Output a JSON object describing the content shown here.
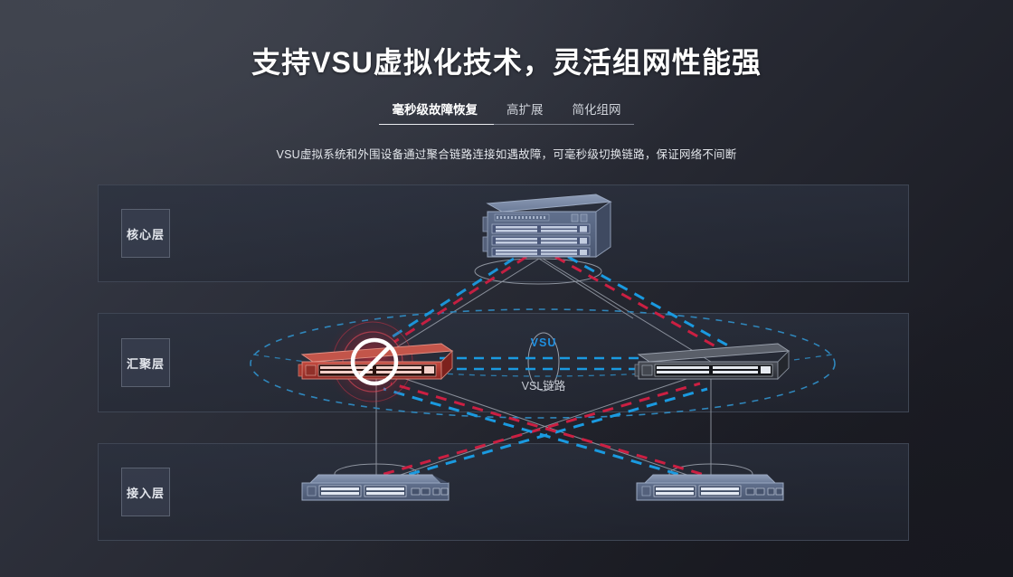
{
  "header": {
    "title": "支持VSU虚拟化技术，灵活组网性能强",
    "subtitle": "VSU虚拟系统和外围设备通过聚合链路连接如遇故障，可毫秒级切换链路，保证网络不间断",
    "tabs": [
      {
        "label": "毫秒级故障恢复",
        "active": true
      },
      {
        "label": "高扩展",
        "active": false
      },
      {
        "label": "简化组网",
        "active": false
      }
    ]
  },
  "diagram": {
    "layers": [
      {
        "id": "core",
        "label": "核心层"
      },
      {
        "id": "aggregation",
        "label": "汇聚层"
      },
      {
        "id": "access",
        "label": "接入层"
      }
    ],
    "annotations": {
      "vsu": "VSU",
      "vsl_link": "VSL链路"
    },
    "devices": [
      {
        "id": "core-switch",
        "layer": "核心层",
        "state": "normal",
        "style": "chassis"
      },
      {
        "id": "agg-switch-left",
        "layer": "汇聚层",
        "state": "failed",
        "style": "rack-1u"
      },
      {
        "id": "agg-switch-right",
        "layer": "汇聚层",
        "state": "normal",
        "style": "rack-1u"
      },
      {
        "id": "access-switch-left",
        "layer": "接入层",
        "state": "normal",
        "style": "desktop"
      },
      {
        "id": "access-switch-right",
        "layer": "接入层",
        "state": "normal",
        "style": "desktop"
      }
    ],
    "icons": {
      "failure": "prohibited-icon"
    }
  },
  "colors": {
    "background_top": "#3b3f4b",
    "background_bottom": "#191a21",
    "panel_border": "#3f4654",
    "accent_blue": "#1f8fe0",
    "link_red": "#cc1f42",
    "link_blue": "#1a9ae0",
    "ellipse_teal": "#2f86bb",
    "device_blue": "#7b8aa6",
    "device_red": "#b0332f",
    "device_dark": "#3a3d44",
    "text_primary": "#ffffff",
    "text_secondary": "#c6cad2"
  }
}
